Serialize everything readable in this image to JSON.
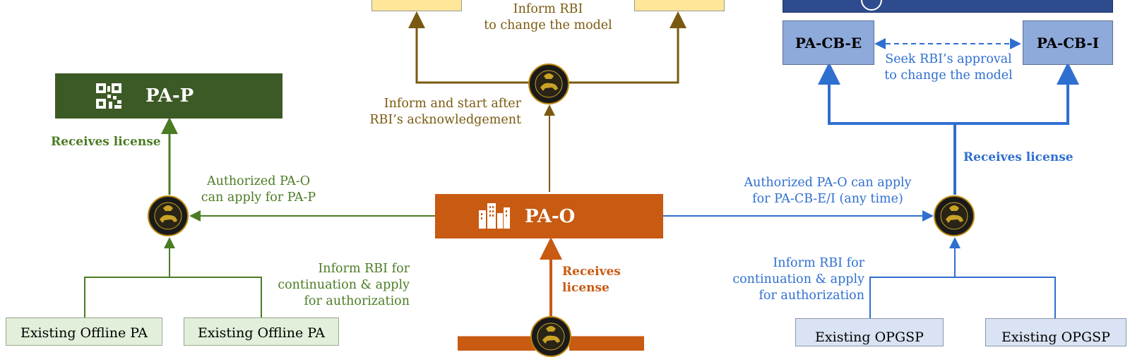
{
  "pa_p": {
    "label": "PA-P"
  },
  "pa_o": {
    "label": "PA-O"
  },
  "pa_cb_e": {
    "label": "PA-CB-E"
  },
  "pa_cb_i": {
    "label": "PA-CB-I"
  },
  "edges": {
    "inform_change_model": [
      "Inform RBI",
      "to change the model"
    ],
    "inform_start_ack": [
      "Inform and start after",
      "RBI’s acknowledgement"
    ],
    "seek_approval": [
      "Seek RBI’s approval",
      "to change the model"
    ],
    "receives_license_p": "Receives license",
    "receives_license_cb": "Receives license",
    "receives_license_o": [
      "Receives",
      "license"
    ],
    "authorized_pa_p": [
      "Authorized PA-O",
      "can apply for PA-P"
    ],
    "authorized_cb": [
      "Authorized PA-O can apply",
      "for PA-CB-E/I (any time)"
    ],
    "inform_continuation_left": [
      "Inform RBI for",
      "continuation & apply",
      "for authorization"
    ],
    "inform_continuation_right": [
      "Inform RBI for",
      "continuation & apply",
      "for authorization"
    ]
  },
  "existing_offline_1": "Existing Offline PA",
  "existing_offline_2": "Existing Offline PA",
  "existing_opgsp_1": "Existing OPGSP",
  "existing_opgsp_2": "Existing OPGSP",
  "colors": {
    "olive": "#7a5a10",
    "green": "#4b7c23",
    "dark_green": "#3c5a25",
    "orange": "#c85a12",
    "blue": "#2f6fd0",
    "light_blue": "#8eaadb",
    "navy": "#2e4b8e",
    "yellow": "#ffe699",
    "light_green": "#e2efda"
  }
}
